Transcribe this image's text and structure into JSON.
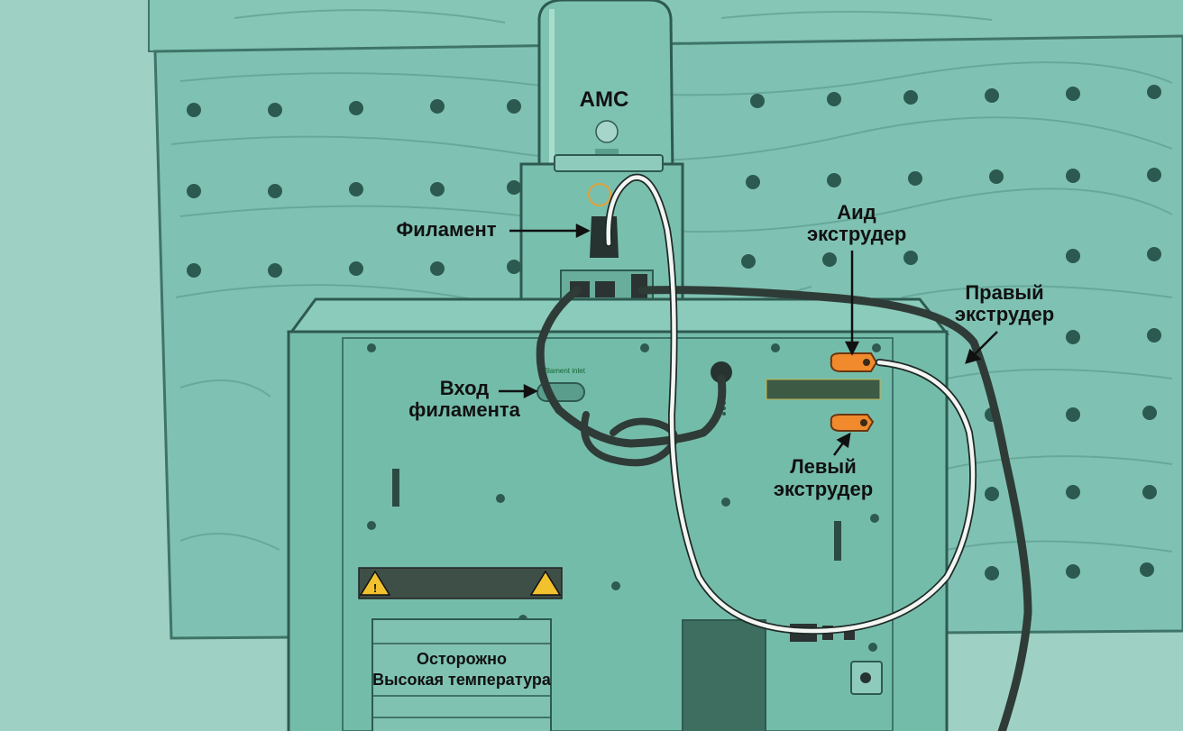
{
  "device": {
    "ams_label": "AMC",
    "filament_inlet_small": "filament inlet"
  },
  "callouts": {
    "filament": "Филамент",
    "aid_extruder_line1": "Аид",
    "aid_extruder_line2": "экструдер",
    "right_extruder_line1": "Правый",
    "right_extruder_line2": "экструдер",
    "filament_inlet_line1": "Вход",
    "filament_inlet_line2": "филамента",
    "left_extruder_line1": "Левый",
    "left_extruder_line2": "экструдер"
  },
  "warning_plate": {
    "line1": "Осторожно",
    "line2": "Высокая температура"
  },
  "colors": {
    "background": "#9fd0c4",
    "board": "#7fc2b3",
    "printer": "#74bcaa",
    "cable_dark": "#2f3b37",
    "cable_white": "#f2f5f2",
    "connector_orange": "#f08a2c",
    "hazard_yellow": "#f2c12e"
  }
}
